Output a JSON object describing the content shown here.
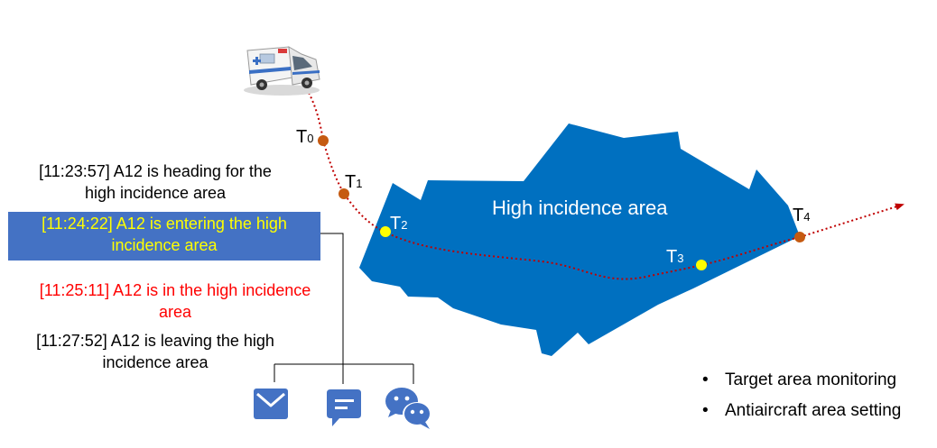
{
  "area_label": "High incidence area",
  "colors": {
    "area": "#0070C0",
    "track": "#C00000",
    "point_brown": "#C55A11",
    "point_yellow": "#FFFF00",
    "highlight_box": "#4472C4",
    "highlight_text": "#FFFF00",
    "alert_text": "#FF0000",
    "icon_blue": "#4472C4"
  },
  "time_points": [
    {
      "name": "T",
      "sub": "0",
      "state": "outside"
    },
    {
      "name": "T",
      "sub": "1",
      "state": "outside"
    },
    {
      "name": "T",
      "sub": "2",
      "state": "entering"
    },
    {
      "name": "T",
      "sub": "3",
      "state": "inside"
    },
    {
      "name": "T",
      "sub": "4",
      "state": "leaving"
    }
  ],
  "messages": [
    {
      "line1": "[11:23:57] A12 is heading for the",
      "line2": "high incidence area",
      "style": "normal"
    },
    {
      "line1": "[11:24:22] A12 is entering the high",
      "line2": "incidence area",
      "style": "highlight"
    },
    {
      "line1": "[11:25:11] A12 is in the high incidence",
      "line2": "area",
      "style": "alert"
    },
    {
      "line1": "[11:27:52] A12 is leaving the high",
      "line2": "incidence area",
      "style": "normal"
    }
  ],
  "notify_icons": [
    "mail-icon",
    "message-icon",
    "wechat-icon"
  ],
  "bullets": [
    "Target area monitoring",
    "Antiaircraft area setting"
  ]
}
